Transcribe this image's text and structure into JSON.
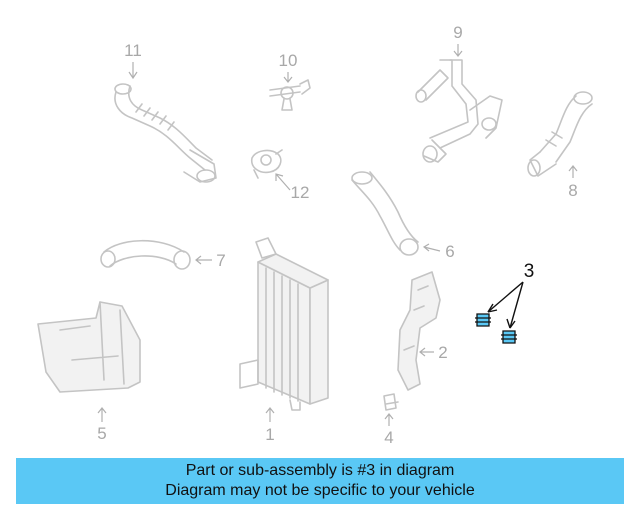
{
  "diagram": {
    "callouts": [
      "1",
      "2",
      "3",
      "4",
      "5",
      "6",
      "7",
      "8",
      "9",
      "10",
      "11",
      "12"
    ],
    "highlight": "3",
    "highlight_color": "#5ac8f5",
    "part_color": "#c4c4c4"
  },
  "banner": {
    "line1": "Part or sub-assembly is #3 in diagram",
    "line2": "Diagram may not be specific to your vehicle",
    "background": "#5ac8f5"
  }
}
